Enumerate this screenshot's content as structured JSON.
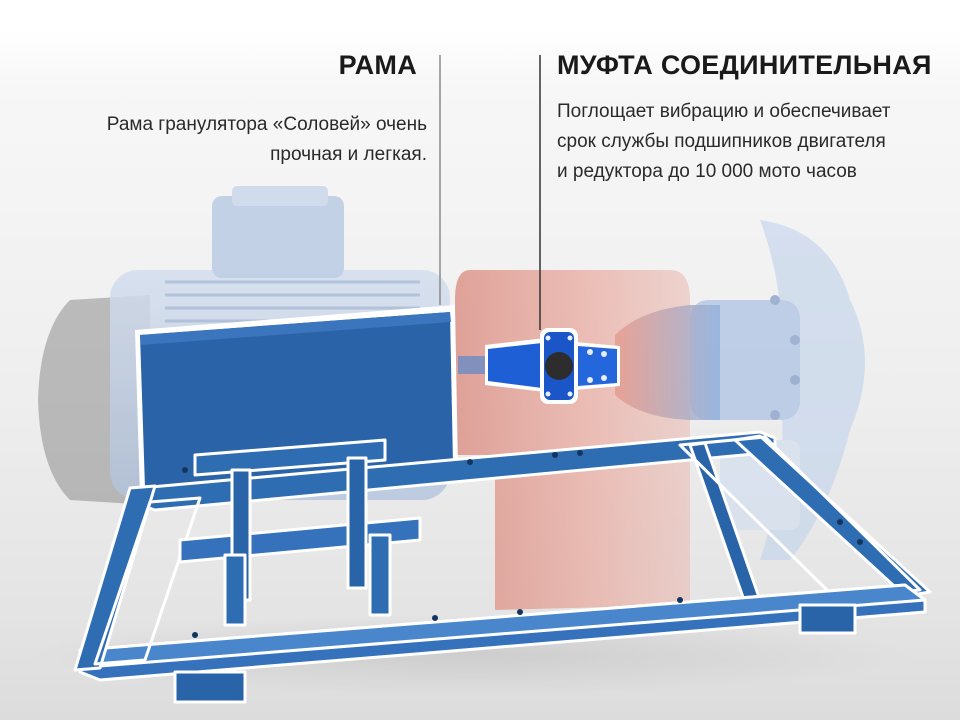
{
  "frame_callout": {
    "title": "РАМА",
    "description_lines": [
      "Рама гранулятора «Соловей» очень",
      "прочная и легкая."
    ]
  },
  "coupling_callout": {
    "title": "МУФТА СОЕДИНИТЕЛЬНАЯ",
    "description_lines": [
      "Поглощает вибрацию и обеспечивает",
      "срок службы подшипников двигателя",
      "и редуктора до 10 000 мото часов"
    ]
  },
  "colors": {
    "frame_blue": "#2f6db3",
    "frame_dark": "#22579a",
    "motor_ghost": "#b8c9e2",
    "reducer_ghost": "#e6a49a",
    "coupling_blue": "#1f5fd6",
    "text": "#1a1a1a"
  }
}
